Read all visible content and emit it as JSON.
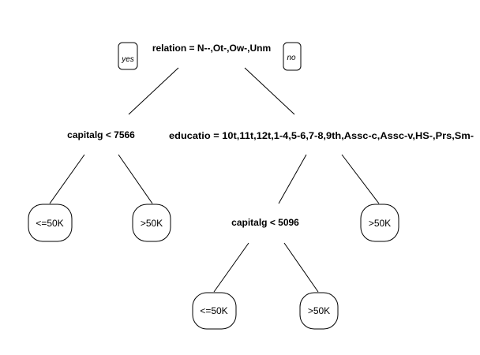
{
  "tree": {
    "root_split": "relation = N--,Ot-,Ow-,Unm",
    "yes_label": "yes",
    "no_label": "no",
    "left_split": "capitalg < 7566",
    "right_split": "educatio = 10t,11t,12t,1-4,5-6,7-8,9th,Assc-c,Assc-v,HS-,Prs,Sm-",
    "right_left_split": "capitalg < 5096",
    "leaf_ll": "<=50K",
    "leaf_lr": ">50K",
    "leaf_rr": ">50K",
    "leaf_rll": "<=50K",
    "leaf_rlr": ">50K"
  }
}
